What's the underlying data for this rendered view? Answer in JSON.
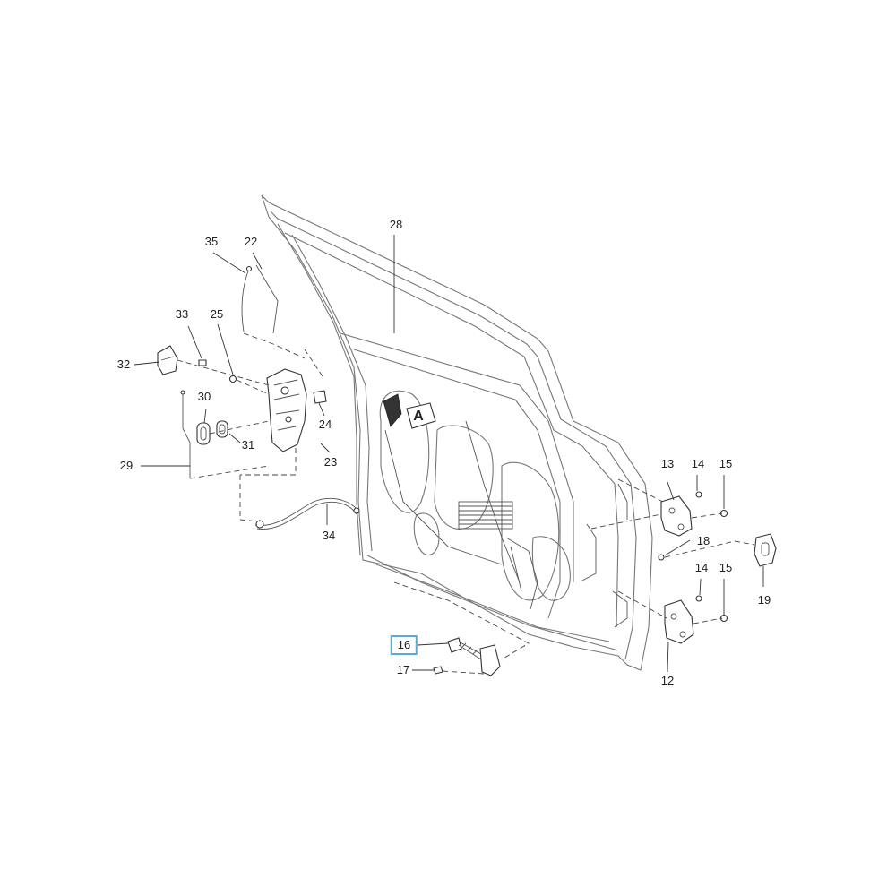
{
  "diagram": {
    "labels": [
      {
        "id": "28",
        "text": "28",
        "highlight": false
      },
      {
        "id": "35",
        "text": "35",
        "highlight": false
      },
      {
        "id": "22",
        "text": "22",
        "highlight": false
      },
      {
        "id": "33",
        "text": "33",
        "highlight": false
      },
      {
        "id": "25",
        "text": "25",
        "highlight": false
      },
      {
        "id": "32",
        "text": "32",
        "highlight": false
      },
      {
        "id": "30",
        "text": "30",
        "highlight": false
      },
      {
        "id": "24",
        "text": "24",
        "highlight": false
      },
      {
        "id": "31",
        "text": "31",
        "highlight": false
      },
      {
        "id": "23",
        "text": "23",
        "highlight": false
      },
      {
        "id": "29",
        "text": "29",
        "highlight": false
      },
      {
        "id": "34",
        "text": "34",
        "highlight": false
      },
      {
        "id": "13",
        "text": "13",
        "highlight": false
      },
      {
        "id": "14a",
        "text": "14",
        "highlight": false
      },
      {
        "id": "15a",
        "text": "15",
        "highlight": false
      },
      {
        "id": "18",
        "text": "18",
        "highlight": false
      },
      {
        "id": "14b",
        "text": "14",
        "highlight": false
      },
      {
        "id": "15b",
        "text": "15",
        "highlight": false
      },
      {
        "id": "19",
        "text": "19",
        "highlight": false
      },
      {
        "id": "12",
        "text": "12",
        "highlight": false
      },
      {
        "id": "16",
        "text": "16",
        "highlight": true
      },
      {
        "id": "17",
        "text": "17",
        "highlight": false
      }
    ],
    "view_marker": "A",
    "highlight_color": "#5aa9d6"
  }
}
